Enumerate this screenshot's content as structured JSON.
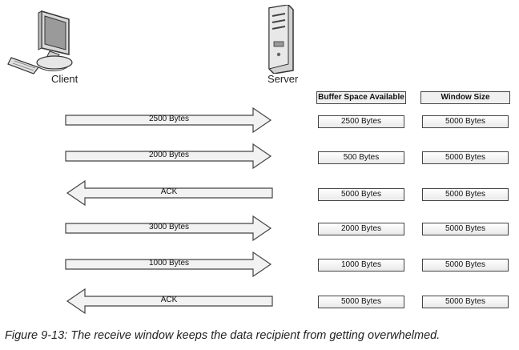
{
  "nodes": {
    "client_label": "Client",
    "server_label": "Server"
  },
  "table": {
    "headers": [
      "Buffer Space Available",
      "Window Size"
    ]
  },
  "rows": [
    {
      "direction": "right",
      "label": "2500 Bytes",
      "buffer": "2500 Bytes",
      "window": "5000 Bytes"
    },
    {
      "direction": "right",
      "label": "2000 Bytes",
      "buffer": "500 Bytes",
      "window": "5000 Bytes"
    },
    {
      "direction": "left",
      "label": "ACK",
      "buffer": "5000 Bytes",
      "window": "5000 Bytes"
    },
    {
      "direction": "right",
      "label": "3000 Bytes",
      "buffer": "2000 Bytes",
      "window": "5000 Bytes"
    },
    {
      "direction": "right",
      "label": "1000 Bytes",
      "buffer": "1000 Bytes",
      "window": "5000 Bytes"
    },
    {
      "direction": "left",
      "label": "ACK",
      "buffer": "5000 Bytes",
      "window": "5000 Bytes"
    }
  ],
  "caption": "Figure 9-13: The receive window keeps the data recipient from getting overwhelmed.",
  "colors": {
    "arrow_fill": "#f2f2f2",
    "arrow_stroke": "#444444",
    "cell_border": "#444444"
  }
}
